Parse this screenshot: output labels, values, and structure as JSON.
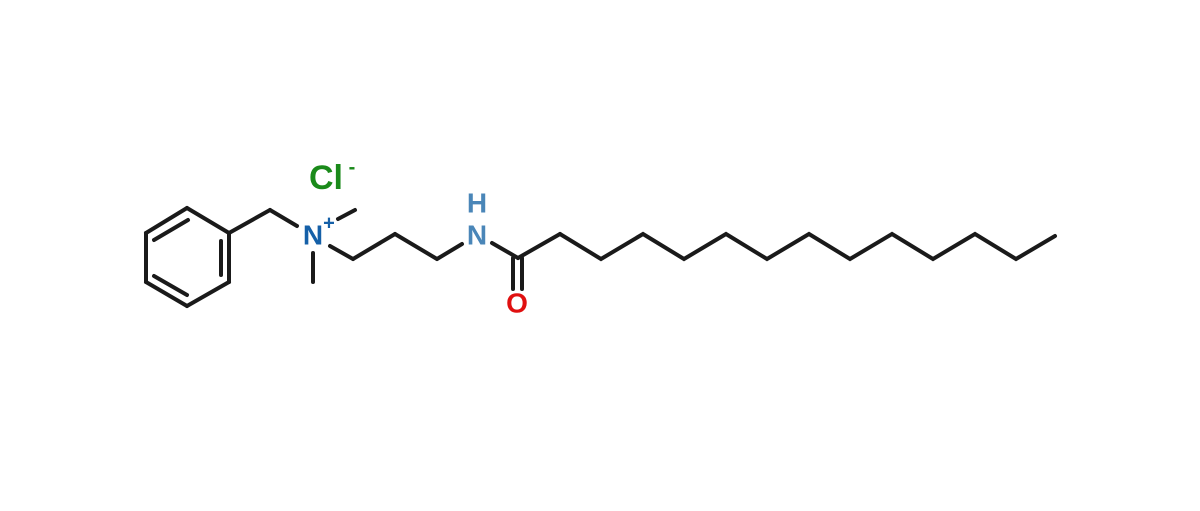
{
  "molecule": {
    "counter_ion": {
      "label": "Cl",
      "charge": "-",
      "color": "#1a8a1a"
    },
    "quaternary_nitrogen": {
      "label": "N",
      "charge": "+",
      "color": "#1560a8"
    },
    "amide_nitrogen": {
      "label": "N",
      "hydrogen": "H",
      "color": "#4a86b8"
    },
    "carbonyl_oxygen": {
      "label": "O",
      "color": "#e01010"
    },
    "bond_color": "#1a1a1a"
  }
}
